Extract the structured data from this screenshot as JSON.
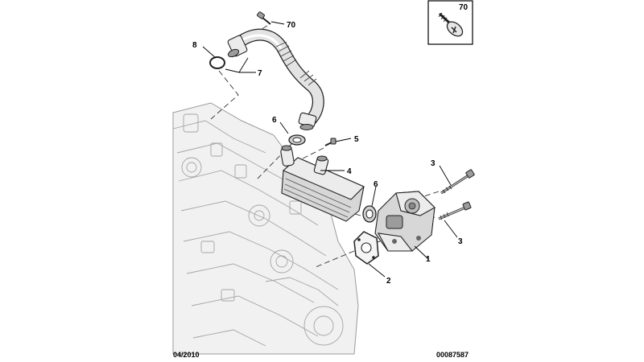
{
  "callouts": {
    "c70": "70",
    "c8": "8",
    "c7": "7",
    "c6a": "6",
    "c5": "5",
    "c4": "4",
    "c6b": "6",
    "c3a": "3",
    "c3b": "3",
    "c1": "1",
    "c2": "2"
  },
  "inset": {
    "label": "70"
  },
  "footer": {
    "date": "04/2010",
    "reference": "00087587"
  }
}
